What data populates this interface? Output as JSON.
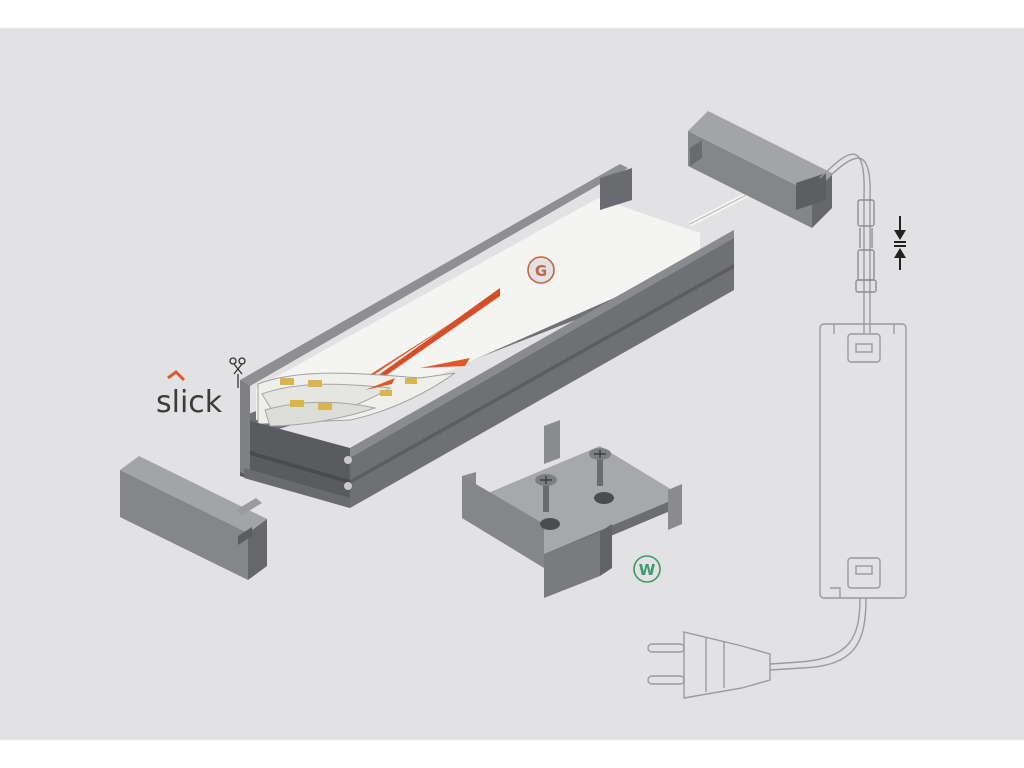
{
  "brand": {
    "name": "slick",
    "accent_color": "#e0572b"
  },
  "callouts": {
    "diffuser_letter": "G",
    "diffuser_color": "#c8643f",
    "mounting_letter": "W",
    "mounting_color": "#3a9a6a"
  },
  "icons": {
    "cut_marker": "scissors-icon",
    "connector_arrows": "compress-arrows-icon",
    "plug": "power-plug-icon"
  },
  "colors": {
    "background": "#e2e1e3",
    "profile": "#6e6f72",
    "endcap": "#7b7c7f",
    "outline": "#9a9b9e"
  }
}
